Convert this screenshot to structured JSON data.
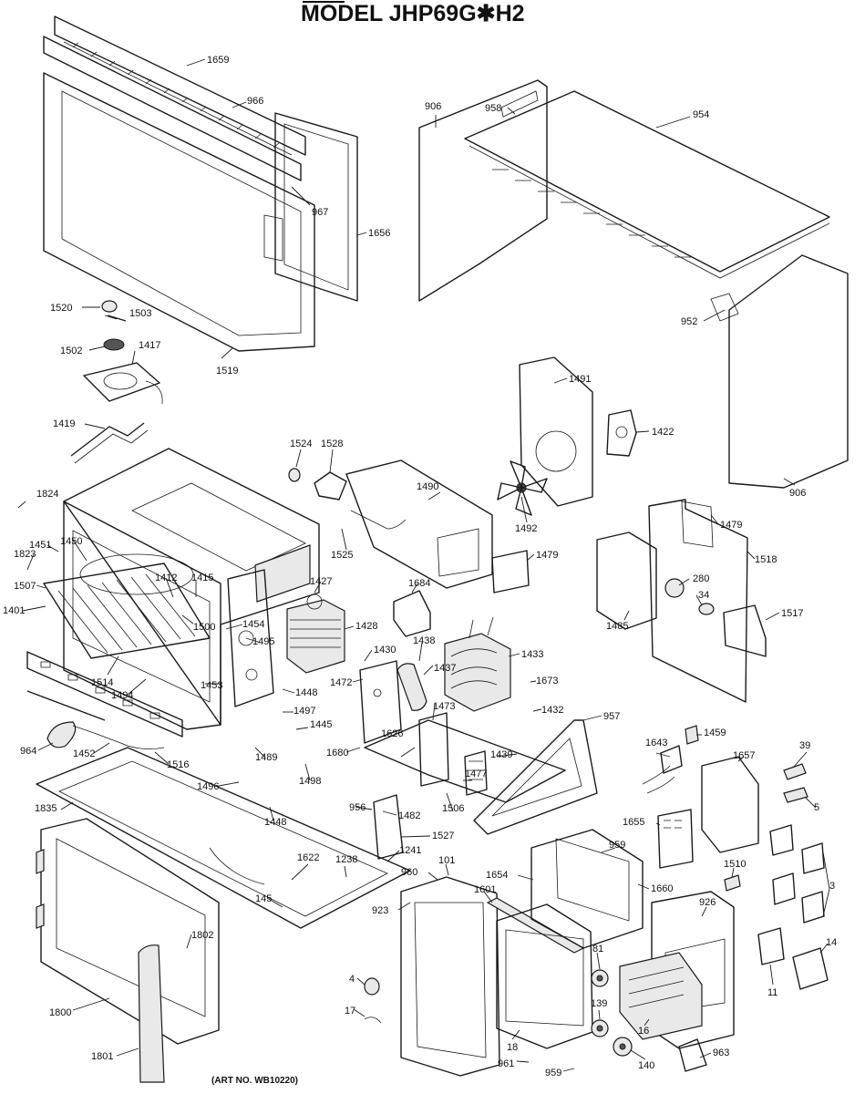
{
  "title": "MODEL JHP69G✱H2",
  "art_number": "(ART NO. WB10220)",
  "part_labels": [
    "1659",
    "966",
    "967",
    "1656",
    "1520",
    "1503",
    "1502",
    "1417",
    "1519",
    "1419",
    "906",
    "958",
    "954",
    "952",
    "906",
    "1491",
    "1422",
    "1524",
    "1528",
    "1490",
    "1492",
    "1525",
    "1479",
    "1518",
    "280",
    "34",
    "1485",
    "1517",
    "1479",
    "1824",
    "1451",
    "1450",
    "1823",
    "1507",
    "1401",
    "1412",
    "1415",
    "1500",
    "1427",
    "1684",
    "1428",
    "1454",
    "1495",
    "1453",
    "1514",
    "1494",
    "1430",
    "1438",
    "1437",
    "1433",
    "1448",
    "1497",
    "1472",
    "1445",
    "1473",
    "1673",
    "1432",
    "957",
    "964",
    "1452",
    "1516",
    "1489",
    "1680",
    "1626",
    "1439",
    "1643",
    "1459",
    "39",
    "1496",
    "1498",
    "1477",
    "1657",
    "1835",
    "956",
    "1482",
    "1506",
    "5",
    "1448",
    "1527",
    "1655",
    "959",
    "1622",
    "1241",
    "1238",
    "101",
    "1510",
    "960",
    "1654",
    "1660",
    "3",
    "145",
    "1601",
    "926",
    "923",
    "1802",
    "81",
    "14",
    "11",
    "4",
    "1800",
    "139",
    "16",
    "17",
    "18",
    "1801",
    "961",
    "959",
    "140",
    "963"
  ]
}
